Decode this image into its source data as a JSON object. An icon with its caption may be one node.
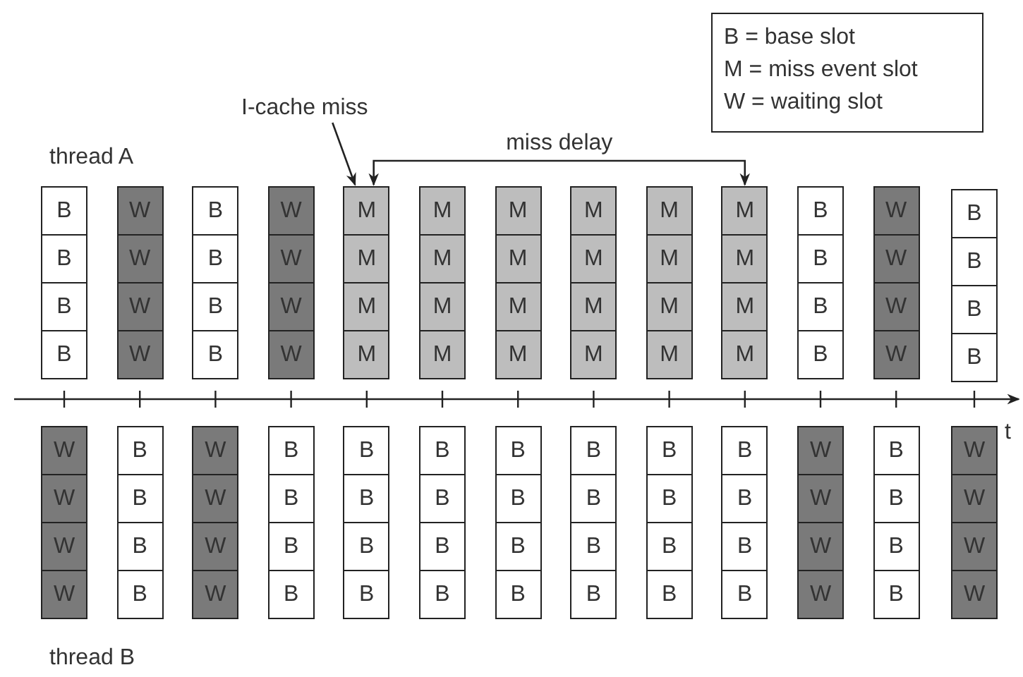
{
  "diagram": {
    "nodes": [
      {
        "text": [
          "B = base slot",
          "M = miss event slot",
          "W = waiting slot"
        ]
      },
      {
        "text": [
          "I-cache miss"
        ]
      },
      {
        "text": [
          "B"
        ]
      },
      {
        "text": [
          "W"
        ]
      },
      {
        "text": [
          "B"
        ]
      },
      {
        "text": [
          "W"
        ]
      },
      {
        "text": [
          "M"
        ]
      },
      {
        "text": [
          "M"
        ]
      },
      {
        "text": [
          "M"
        ]
      },
      {
        "text": [
          "M"
        ]
      },
      {
        "text": [
          "M"
        ]
      },
      {
        "text": [
          "M"
        ]
      },
      {
        "text": [
          "B"
        ]
      },
      {
        "text": [
          "W"
        ]
      },
      {
        "text": [
          "B"
        ]
      },
      {
        "text": [
          "B"
        ]
      },
      {
        "text": [
          "W"
        ]
      },
      {
        "text": [
          "B"
        ]
      },
      {
        "text": [
          "W"
        ]
      },
      {
        "text": [
          "M"
        ]
      },
      {
        "text": [
          "M"
        ]
      },
      {
        "text": [
          "M"
        ]
      },
      {
        "text": [
          "M"
        ]
      },
      {
        "text": [
          "M"
        ]
      },
      {
        "text": [
          "M"
        ]
      },
      {
        "text": [
          "B"
        ]
      },
      {
        "text": [
          "W"
        ]
      },
      {
        "text": [
          "B"
        ]
      },
      {
        "text": [
          "B"
        ]
      },
      {
        "text": [
          "W"
        ]
      },
      {
        "text": [
          "B"
        ]
      },
      {
        "text": [
          "W"
        ]
      },
      {
        "text": [
          "M"
        ]
      },
      {
        "text": [
          "M"
        ]
      },
      {
        "text": [
          "M"
        ]
      },
      {
        "text": [
          "M"
        ]
      },
      {
        "text": [
          "M"
        ]
      },
      {
        "text": [
          "M"
        ]
      },
      {
        "text": [
          "B"
        ]
      },
      {
        "text": [
          "W"
        ]
      },
      {
        "text": [
          "B"
        ]
      },
      {
        "text": [
          "B"
        ]
      },
      {
        "text": [
          "W"
        ]
      },
      {
        "text": [
          "B"
        ]
      },
      {
        "text": [
          "W"
        ]
      },
      {
        "text": [
          "M"
        ]
      },
      {
        "text": [
          "M"
        ]
      },
      {
        "text": [
          "M"
        ]
      },
      {
        "text": [
          "M"
        ]
      },
      {
        "text": [
          "M"
        ]
      },
      {
        "text": [
          "M"
        ]
      },
      {
        "text": [
          "B"
        ]
      },
      {
        "text": [
          "W"
        ]
      },
      {
        "text": [
          "B"
        ]
      },
      {
        "text": [
          "W"
        ]
      },
      {
        "text": [
          "B"
        ]
      },
      {
        "text": [
          "W"
        ]
      },
      {
        "text": [
          "B"
        ]
      },
      {
        "text": [
          "B"
        ]
      },
      {
        "text": [
          "B"
        ]
      },
      {
        "text": [
          "B"
        ]
      },
      {
        "text": [
          "B"
        ]
      },
      {
        "text": [
          "B"
        ]
      },
      {
        "text": [
          "B"
        ]
      },
      {
        "text": [
          "W"
        ]
      },
      {
        "text": [
          "B"
        ]
      },
      {
        "text": [
          "W"
        ]
      },
      {
        "text": [
          "W"
        ]
      },
      {
        "text": [
          "B"
        ]
      },
      {
        "text": [
          "W"
        ]
      },
      {
        "text": [
          "B"
        ]
      },
      {
        "text": [
          "B"
        ]
      },
      {
        "text": [
          "B"
        ]
      },
      {
        "text": [
          "B"
        ]
      },
      {
        "text": [
          "B"
        ]
      },
      {
        "text": [
          "B"
        ]
      },
      {
        "text": [
          "B"
        ]
      },
      {
        "text": [
          "W"
        ]
      },
      {
        "text": [
          "B"
        ]
      },
      {
        "text": [
          "W"
        ]
      },
      {
        "text": [
          "W"
        ]
      },
      {
        "text": [
          "B"
        ]
      },
      {
        "text": [
          "W"
        ]
      },
      {
        "text": [
          "B"
        ]
      },
      {
        "text": [
          "B"
        ]
      },
      {
        "text": [
          "B"
        ]
      },
      {
        "text": [
          "B"
        ]
      },
      {
        "text": [
          "B"
        ]
      },
      {
        "text": [
          "B"
        ]
      },
      {
        "text": [
          "B"
        ]
      },
      {
        "text": [
          "W"
        ]
      },
      {
        "text": [
          "B"
        ]
      },
      {
        "text": [
          "W"
        ]
      },
      {
        "text": [
          "W"
        ]
      },
      {
        "text": [
          "B"
        ]
      },
      {
        "text": [
          "W"
        ]
      },
      {
        "text": [
          "B"
        ]
      },
      {
        "text": [
          "B"
        ]
      },
      {
        "text": [
          "B"
        ]
      },
      {
        "text": [
          "B"
        ]
      },
      {
        "text": [
          "B"
        ]
      },
      {
        "text": [
          "B"
        ]
      },
      {
        "text": [
          "B"
        ]
      },
      {
        "text": [
          "W"
        ]
      },
      {
        "text": [
          "B"
        ]
      },
      {
        "text": [
          "W"
        ]
      }
    ],
    "edges": [
      {
        "from": 1,
        "to": 6,
        "arrow": "to"
      },
      {
        "from": 6,
        "to": 11,
        "arrow": "both",
        "label": "miss delay"
      }
    ],
    "labels": [
      "thread A",
      "t",
      "thread B"
    ]
  }
}
